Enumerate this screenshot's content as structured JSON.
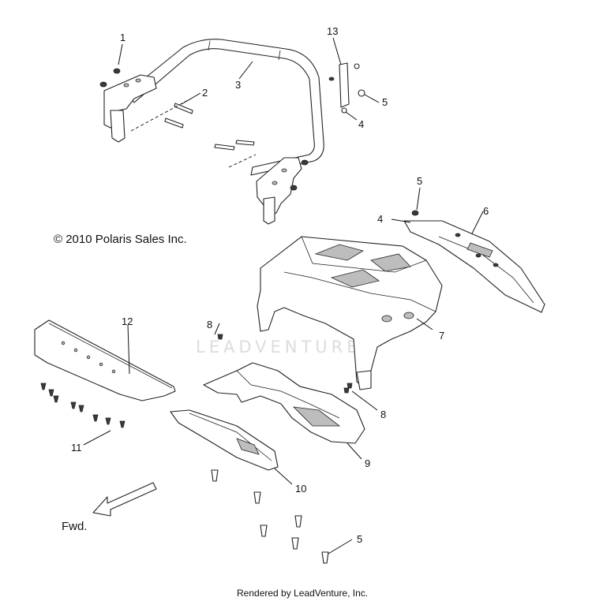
{
  "copyright": "© 2010 Polaris Sales Inc.",
  "watermark": "LEADVENTURE",
  "direction_label": "Fwd.",
  "footer": "Rendered by LeadVenture, Inc.",
  "callouts": [
    "1",
    "2",
    "3",
    "13",
    "5",
    "4",
    "5",
    "4",
    "6",
    "12",
    "8",
    "7",
    "8",
    "11",
    "9",
    "10",
    "5"
  ],
  "parts": [
    "mount-bracket-left",
    "mount-bracket-right",
    "roll-bar-loop",
    "plate-13",
    "rear-fender-body",
    "panel-6",
    "skid-plate-12",
    "under-tray-9",
    "trim-10"
  ]
}
